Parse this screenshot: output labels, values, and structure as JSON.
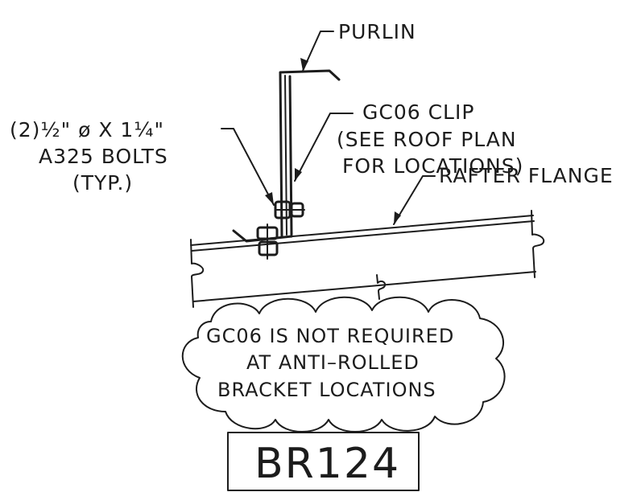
{
  "purlin_label": "PURLIN",
  "clip_label": {
    "line1": "GC06  CLIP",
    "line2": "(SEE  ROOF  PLAN",
    "line3": "FOR  LOCATIONS)"
  },
  "rafter_label": "RAFTER  FLANGE",
  "bolts_label": {
    "line1": "(2)½\"  ø  X  1¼\"",
    "line2": "A325  BOLTS",
    "line3": "(TYP.)"
  },
  "cloud_note": {
    "line1": "GC06  IS  NOT  REQUIRED",
    "line2": "AT  ANTI–ROLLED",
    "line3": "BRACKET  LOCATIONS"
  },
  "detail_tag": "BR124",
  "colors": {
    "ink": "#1c1c1c",
    "paper": "#ffffff"
  }
}
